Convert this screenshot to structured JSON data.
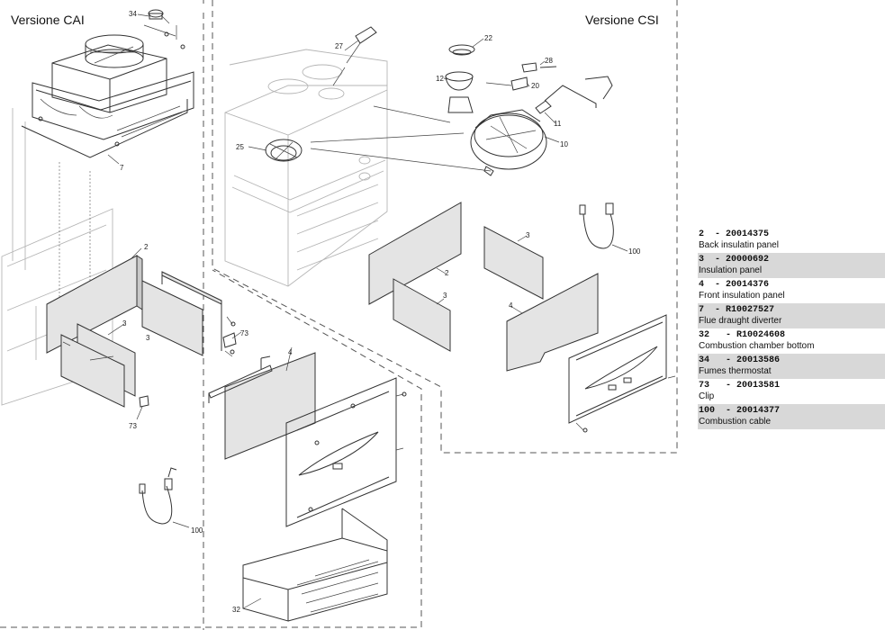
{
  "diagram": {
    "title_cai": "Versione CAI",
    "title_csi": "Versione CSI",
    "callouts": {
      "c34": "34",
      "c7": "7",
      "c2_cai": "2",
      "c3_cai_a": "3",
      "c3_cai_b": "3",
      "c73_a": "73",
      "c73_b": "73",
      "c4_cai": "4",
      "c100_cai": "100",
      "c32": "32",
      "c27": "27",
      "c22": "22",
      "c12": "12",
      "c28": "28",
      "c20": "20",
      "c11": "11",
      "c10": "10",
      "c25": "25",
      "c100_csi": "100",
      "c3_csi_a": "3",
      "c2_csi": "2",
      "c3_csi_b": "3",
      "c4_csi": "4"
    }
  },
  "parts": [
    {
      "ref": "2",
      "code": "20014375",
      "name": "Back insulatin panel",
      "shaded": false
    },
    {
      "ref": "3",
      "code": "20000692",
      "name": "Insulation panel",
      "shaded": true
    },
    {
      "ref": "4",
      "code": "20014376",
      "name": "Front insulation panel",
      "shaded": false
    },
    {
      "ref": "7",
      "code": "R10027527",
      "name": "Flue draught diverter",
      "shaded": true
    },
    {
      "ref": "32",
      "code": "R10024608",
      "name": "Combustion chamber bottom",
      "shaded": false
    },
    {
      "ref": "34",
      "code": "20013586",
      "name": "Fumes thermostat",
      "shaded": true
    },
    {
      "ref": "73",
      "code": "20013581",
      "name": "Clip",
      "shaded": false
    },
    {
      "ref": "100",
      "code": "20014377",
      "name": "Combustion cable",
      "shaded": true
    }
  ],
  "colors": {
    "row_shade": "#d8d8d8",
    "line": "#333333",
    "panel_fill": "#e4e4e4"
  }
}
